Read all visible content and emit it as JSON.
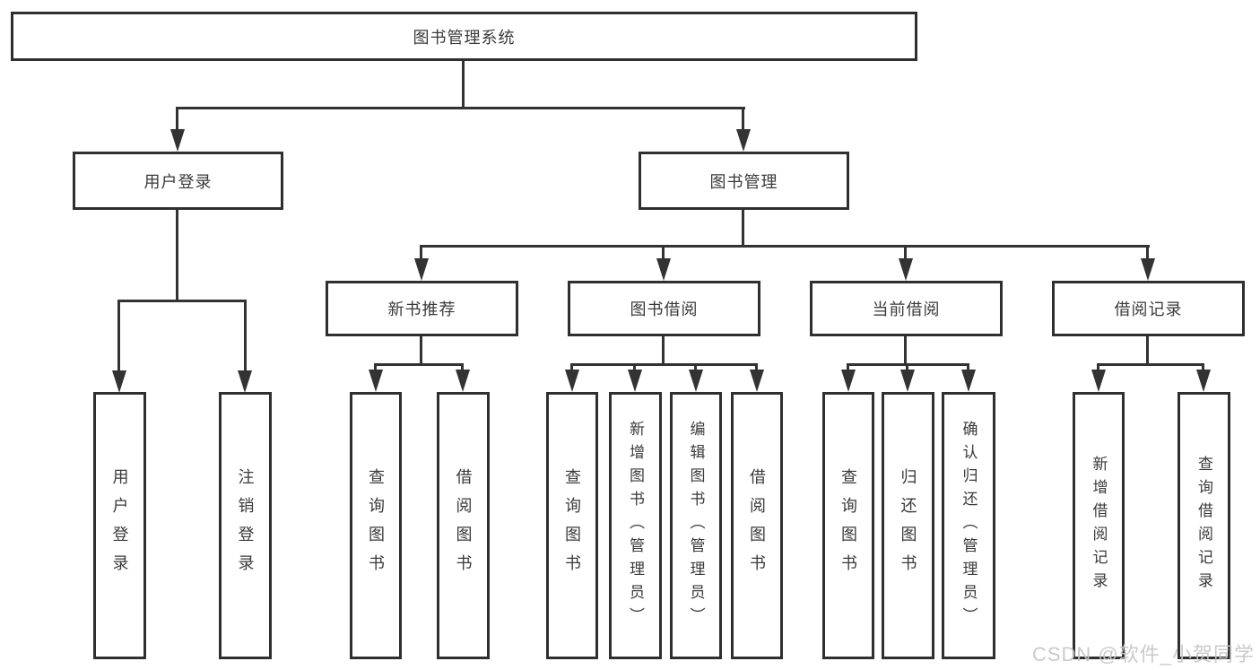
{
  "tree": {
    "label": "图书管理系统",
    "children": [
      {
        "label": "用户登录",
        "children": [
          {
            "label": "用户登录"
          },
          {
            "label": "注销登录"
          }
        ]
      },
      {
        "label": "图书管理",
        "children": [
          {
            "label": "新书推荐",
            "children": [
              {
                "label": "查询图书"
              },
              {
                "label": "借阅图书"
              }
            ]
          },
          {
            "label": "图书借阅",
            "children": [
              {
                "label": "查询图书"
              },
              {
                "label": "新增图书（管理员）"
              },
              {
                "label": "编辑图书（管理员）"
              },
              {
                "label": "借阅图书"
              }
            ]
          },
          {
            "label": "当前借阅",
            "children": [
              {
                "label": "查询图书"
              },
              {
                "label": "归还图书"
              },
              {
                "label": "确认归还（管理员）"
              }
            ]
          },
          {
            "label": "借阅记录",
            "children": [
              {
                "label": "新增借阅记录"
              },
              {
                "label": "查询借阅记录"
              }
            ]
          }
        ]
      }
    ]
  },
  "watermark": {
    "text": "CSDN @软件_小贺同学"
  },
  "colors": {
    "line": "#333333",
    "border": "#2f2f2f",
    "text": "#3a3a3a",
    "watermark": "#c6c6c6"
  }
}
